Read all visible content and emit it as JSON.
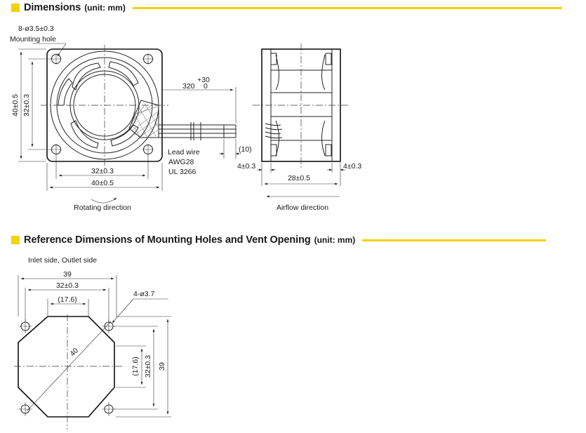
{
  "sections": {
    "dimensions": {
      "title": "Dimensions",
      "unit": "(unit: mm)"
    },
    "reference": {
      "title": "Reference Dimensions of Mounting Holes and Vent Opening",
      "unit": "(unit: mm)"
    }
  },
  "front_view": {
    "mounting_hole_spec": "8-ø3.5±0.3",
    "mounting_hole_label": "Mounting hole",
    "height_outer": "40±0.5",
    "height_inner": "32±0.3",
    "width_inner": "32±0.3",
    "width_outer": "40±0.5",
    "rotating_label": "Rotating direction"
  },
  "lead_wire": {
    "length_base": "320",
    "tol_plus": "+30",
    "tol_minus": "0",
    "strip": "(10)",
    "label_1": "Lead wire",
    "label_2": "AWG28",
    "label_3": "UL 3266"
  },
  "side_view": {
    "overhang_left": "4±0.3",
    "overhang_right": "4±0.3",
    "depth": "28±0.5",
    "airflow_label": "Airflow direction"
  },
  "reference_view": {
    "side_label": "Inlet side, Outlet side",
    "width_outer": "39",
    "pitch_h": "32±0.3",
    "vent_h": "(17.6)",
    "hole_spec": "4-ø3.7",
    "diag": "40",
    "vent_v": "(17.6)",
    "pitch_v": "32±0.3",
    "height_outer": "39"
  },
  "colors": {
    "accent": "#f2d200",
    "line": "#222222"
  }
}
